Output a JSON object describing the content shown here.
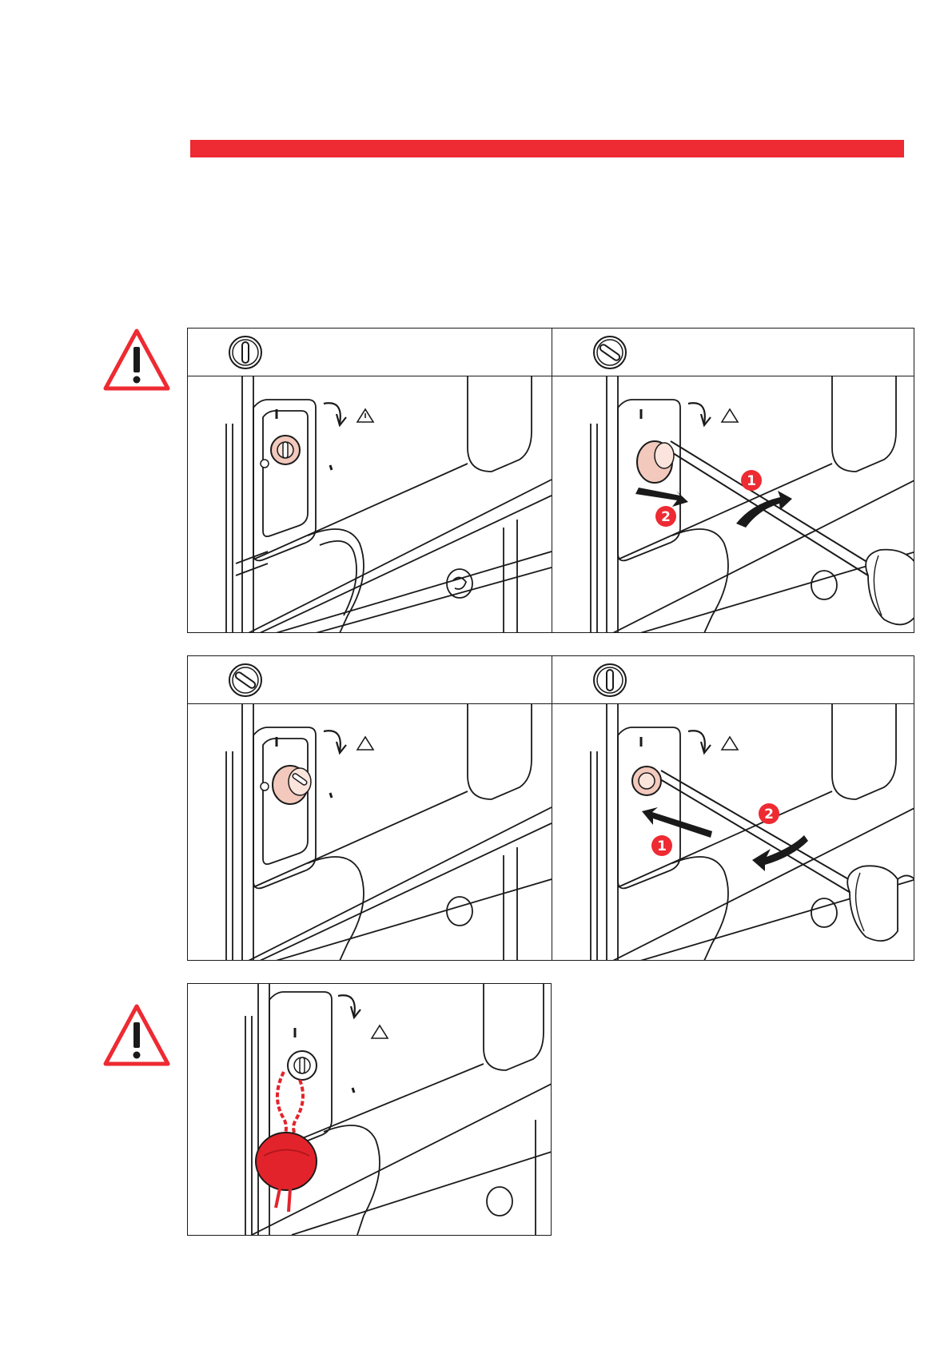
{
  "colors": {
    "accent": "#ee2a32",
    "line": "#1a1a1a",
    "knob": "#f2c9bc",
    "seal": "#e3232b"
  },
  "header": {
    "bar_color": "#ee2a32"
  },
  "warnings": [
    {
      "icon": "warning-triangle-icon"
    },
    {
      "icon": "warning-triangle-icon"
    }
  ],
  "panels": [
    {
      "steps": [
        {
          "position_icon": "slot-vertical-icon",
          "state": "locked"
        },
        {
          "position_icon": "slot-diagonal-icon",
          "state": "unlocking",
          "callouts": [
            "1",
            "2"
          ]
        }
      ]
    },
    {
      "steps": [
        {
          "position_icon": "slot-diagonal-icon",
          "state": "unlocked"
        },
        {
          "position_icon": "slot-vertical-icon",
          "state": "locking",
          "callouts": [
            "1",
            "2"
          ]
        }
      ]
    },
    {
      "steps": [
        {
          "position_icon": "lead-seal-icon",
          "state": "sealed"
        }
      ]
    }
  ]
}
